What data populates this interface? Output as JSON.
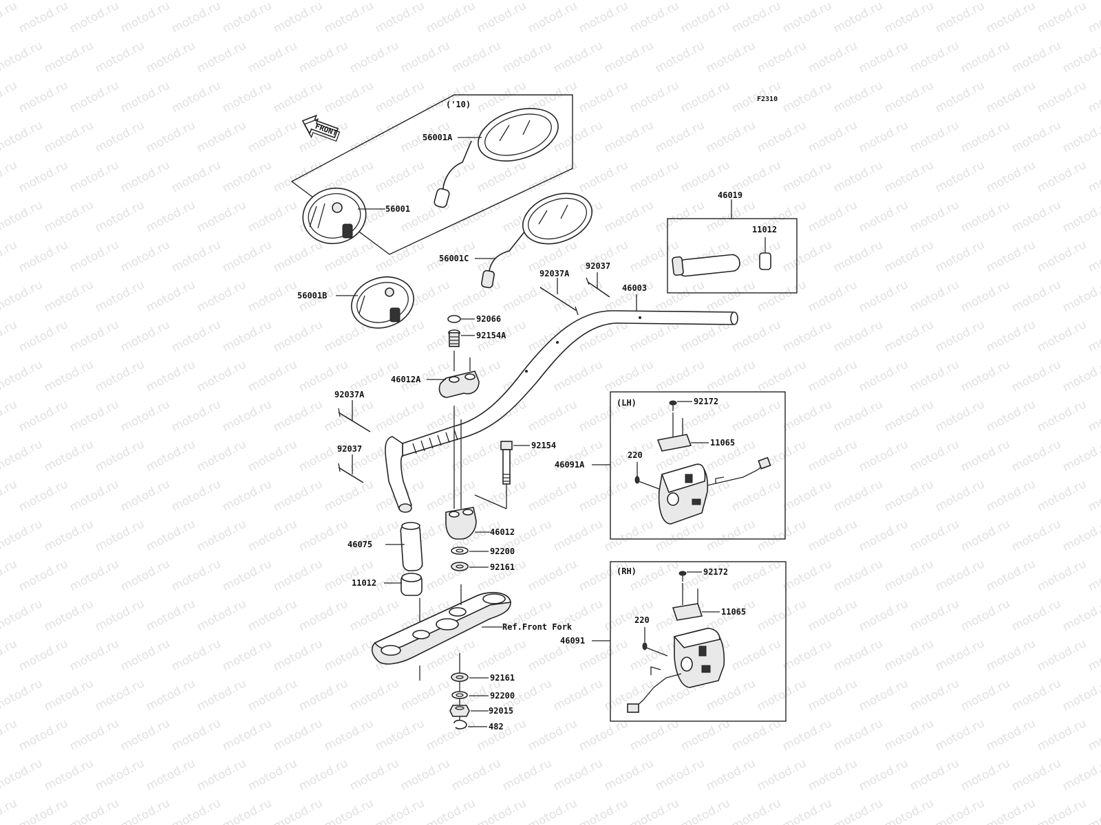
{
  "figure_code": "F2310",
  "watermark": "motod.ru",
  "front_label": "FRONT",
  "model_year_note": "('10)",
  "reference_note": "Ref.Front Fork",
  "lh_box_label": "(LH)",
  "rh_box_label": "(RH)",
  "parts": {
    "mirror_56001A": "56001A",
    "mirror_56001": "56001",
    "mirror_56001C": "56001C",
    "mirror_56001B": "56001B",
    "grip_assy_46019": "46019",
    "cap_11012_top": "11012",
    "band_92037A_top": "92037A",
    "band_92037_top": "92037",
    "handlebar_46003": "46003",
    "washer_92066": "92066",
    "bolt_92154A": "92154A",
    "holder_46012A": "46012A",
    "band_92037A_left": "92037A",
    "band_92037_left": "92037",
    "bolt_92154": "92154",
    "holder_46012": "46012",
    "grip_46075": "46075",
    "washer_92200_top": "92200",
    "damper_92161_top": "92161",
    "cap_11012_left": "11012",
    "damper_92161_bottom": "92161",
    "washer_92200_bottom": "92200",
    "nut_92015": "92015",
    "pin_482": "482",
    "lh_screw_92172": "92172",
    "lh_cover_11065": "11065",
    "lh_screw_220": "220",
    "lh_switch_46091A": "46091A",
    "rh_screw_92172": "92172",
    "rh_cover_11065": "11065",
    "rh_screw_220": "220",
    "rh_switch_46091": "46091"
  }
}
